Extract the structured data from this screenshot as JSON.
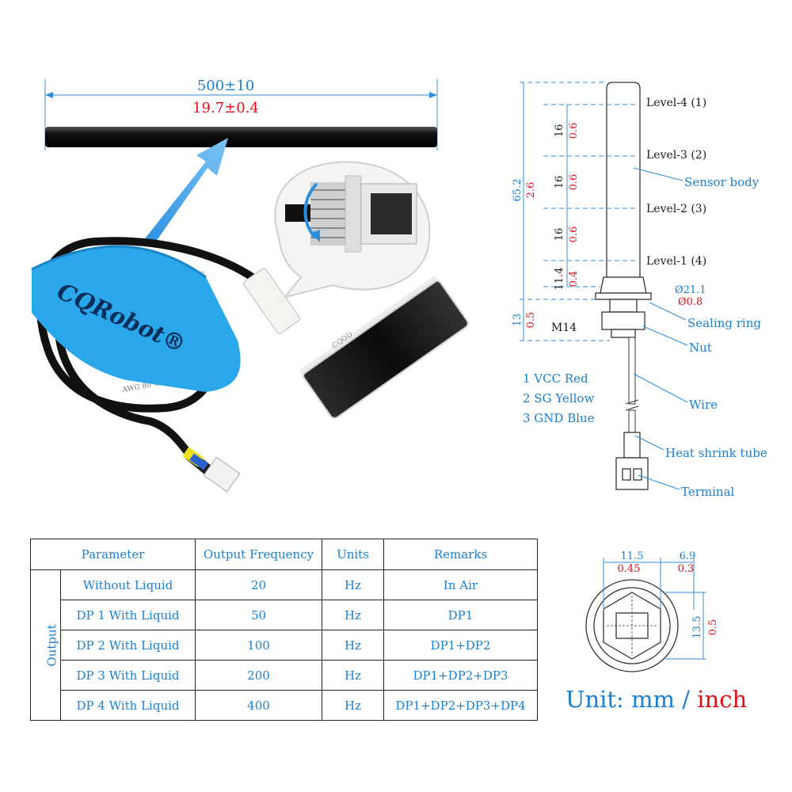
{
  "cable_dimension": {
    "mm": "500±10",
    "inch": "19.7±0.4"
  },
  "strap_logo": "CQRobot®",
  "cable_print": [
    "AWG 80°C",
    "KOX",
    "AWG 80°C"
  ],
  "sensor_print": "CQOD",
  "side_dimensions": {
    "total_mm": "65.2",
    "total_inch": "2.6",
    "level_spacing_mm": "16",
    "level_spacing_inch": "0.6",
    "base_mm": "11.4",
    "base_inch": "0.4",
    "thread_mm": "13",
    "thread_inch": "0.5",
    "flange_mm": "Ø21.1",
    "flange_inch": "Ø0.8",
    "thread_size": "M14"
  },
  "levels": [
    "Level-4 (1)",
    "Level-3 (2)",
    "Level-2 (3)",
    "Level-1 (4)"
  ],
  "parts": {
    "sensor_body": "Sensor body",
    "sealing_ring": "Sealing ring",
    "nut": "Nut",
    "wire": "Wire",
    "heat_shrink": "Heat shrink tube",
    "terminal": "Terminal"
  },
  "pins": [
    "1 VCC Red",
    "2 SG Yellow",
    "3 GND Blue"
  ],
  "table": {
    "headers": [
      "Parameter",
      "Output Frequency",
      "Units",
      "Remarks"
    ],
    "group_label": "Output",
    "rows": [
      {
        "parameter": "Without Liquid",
        "frequency": "20",
        "unit": "Hz",
        "remark": "In Air"
      },
      {
        "parameter": "DP 1 With Liquid",
        "frequency": "50",
        "unit": "Hz",
        "remark": "DP1"
      },
      {
        "parameter": "DP 2 With Liquid",
        "frequency": "100",
        "unit": "Hz",
        "remark": "DP1+DP2"
      },
      {
        "parameter": "DP 3 With Liquid",
        "frequency": "200",
        "unit": "Hz",
        "remark": "DP1+DP2+DP3"
      },
      {
        "parameter": "DP 4 With Liquid",
        "frequency": "400",
        "unit": "Hz",
        "remark": "DP1+DP2+DP3+DP4"
      }
    ]
  },
  "bottom_dimensions": {
    "w1_mm": "11.5",
    "w1_inch": "0.45",
    "w2_mm": "6.9",
    "w2_inch": "0.3",
    "h_mm": "13.5",
    "h_inch": "0.5"
  },
  "unit_label": {
    "prefix": "Unit: mm",
    "slash": " / ",
    "suffix": "inch"
  },
  "colors": {
    "accent_blue": "#1a7fd0",
    "dimension_red": "#e0101a",
    "strap_blue": "#2aa7ea"
  }
}
